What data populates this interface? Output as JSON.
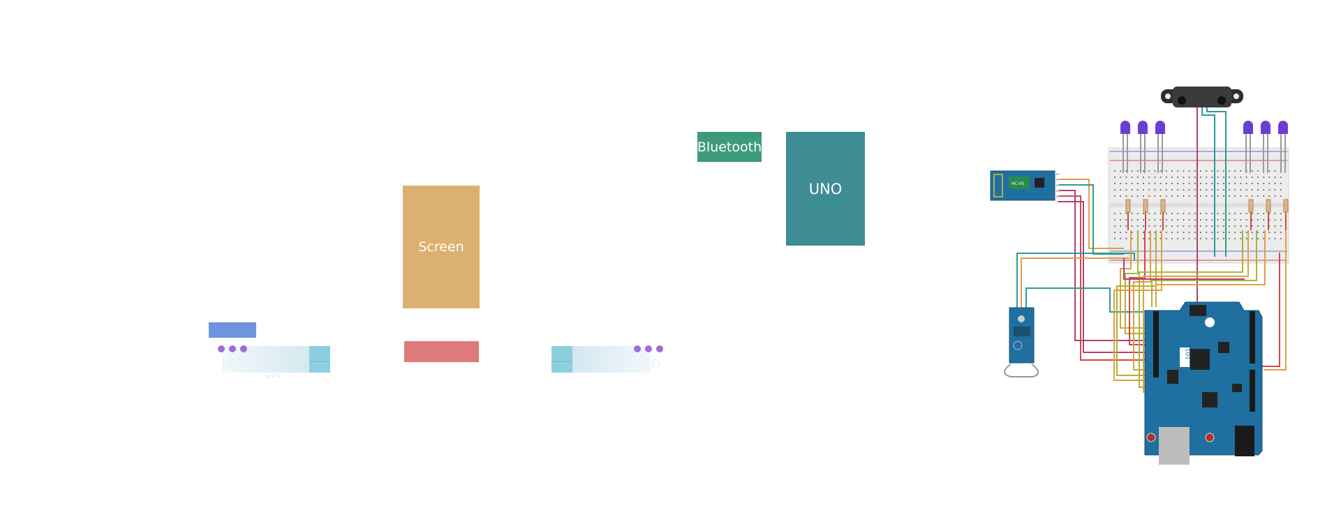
{
  "blocks": {
    "bluetooth": "Bluetooth",
    "uno": "UNO",
    "screen": "Screen"
  },
  "led_strips": {
    "left_label": "LED",
    "right_label": "LED"
  },
  "circuit": {
    "bluetooth_module_label": "HC-05",
    "board_label": "101"
  },
  "colors": {
    "bluetooth_block": "#3e9a7c",
    "uno_block": "#3e8c94",
    "screen_block": "#dbb070",
    "red_block": "#dd7b7b",
    "blue_block": "#6e93df",
    "led_dot": "#9b6fd6",
    "led_bulb": "#6a3fd0",
    "board": "#1f6fa0",
    "breadboard": "#ececec",
    "wire_orange": "#e0a040",
    "wire_red": "#d24848",
    "wire_teal": "#2c9a96",
    "wire_magenta": "#b0407a",
    "wire_olive": "#a8b43a"
  }
}
